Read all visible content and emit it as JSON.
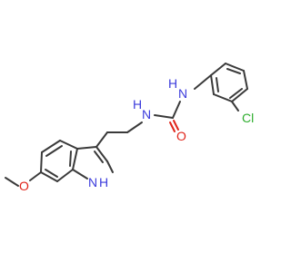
{
  "atoms": {
    "nh_urea": "N",
    "nh_urea_h": "H",
    "n_urea": "N",
    "n_urea_h": "H",
    "o": "O",
    "o_methoxy": "O",
    "cl": "Cl",
    "n_indole_h": "H",
    "n_indole": "N"
  },
  "colors": {
    "bond": "#3a3a3a",
    "nitrogen": "#3b3bdc",
    "oxygen": "#e0241a",
    "chlorine": "#2fae2f"
  }
}
